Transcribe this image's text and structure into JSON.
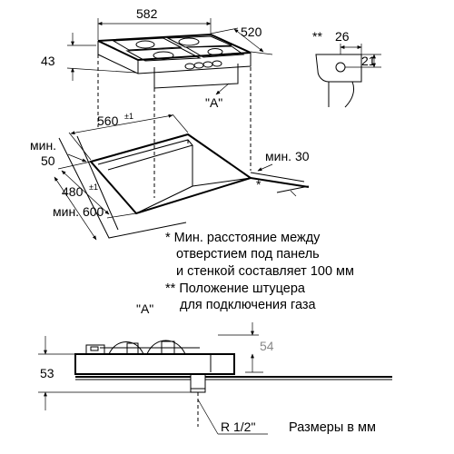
{
  "dimensions": {
    "hob_width": "582",
    "hob_depth": "520",
    "hob_height_top": "43",
    "cutout_width": "560",
    "cutout_width_tol": "±1",
    "cutout_depth": "480",
    "cutout_depth_tol": "±1",
    "min_front_label": "мин.",
    "min_front_value": "50",
    "min_wall": "мин. 30",
    "min_depth": "мин. 600",
    "hob_height_side": "53",
    "connector_detail_label": "**",
    "connector_w": "26",
    "connector_h": "21",
    "side_offset": "54",
    "thread": "R 1/2\""
  },
  "views": {
    "view_a_top": "\"A\"",
    "view_a_side": "\"A\""
  },
  "notes": {
    "note1_line1": "* Мин. расстояние между",
    "note1_line2": "отверстием под панель",
    "note1_line3": "и стенкой составляет 100 мм",
    "note2_line1": "** Положение штуцера",
    "note2_line2": "для подключения газа",
    "units": "Размеры в мм"
  },
  "markers": {
    "wall_star": "*"
  }
}
